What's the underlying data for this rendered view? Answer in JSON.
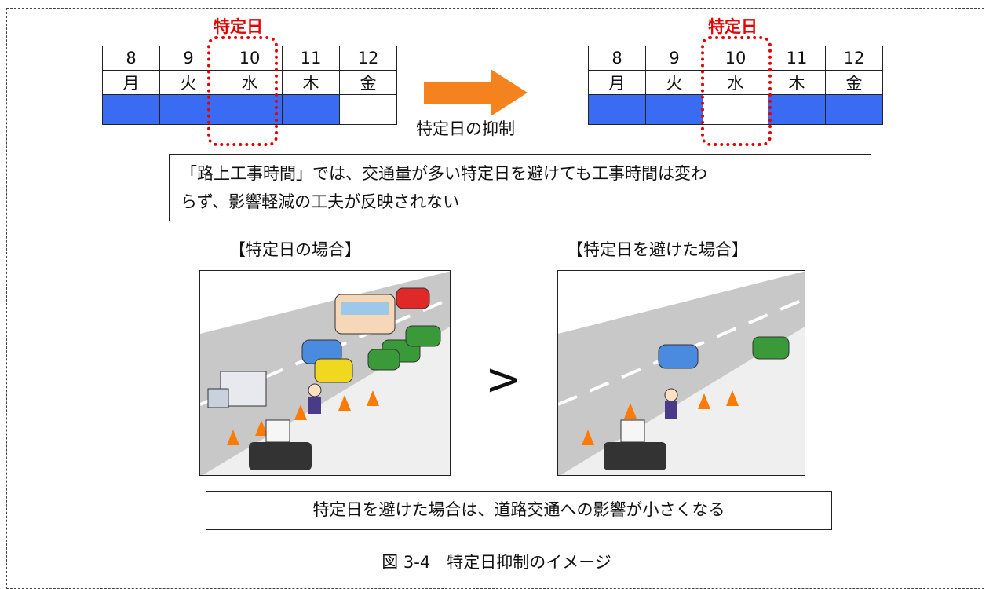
{
  "calendars": {
    "before": {
      "label": "特定日",
      "days": [
        "8",
        "9",
        "10",
        "11",
        "12"
      ],
      "weekdays": [
        "月",
        "火",
        "水",
        "木",
        "金"
      ],
      "blocked": [
        true,
        true,
        true,
        true,
        false
      ]
    },
    "after": {
      "label": "特定日",
      "days": [
        "8",
        "9",
        "10",
        "11",
        "12"
      ],
      "weekdays": [
        "月",
        "火",
        "水",
        "木",
        "金"
      ],
      "blocked": [
        true,
        true,
        false,
        true,
        true
      ]
    }
  },
  "arrow_label": "特定日の抑制",
  "note_top": "「路上工事時間」では、交通量が多い特定日を避けても工事時間は変わらず、影響軽減の工夫が反映されない",
  "note_top_line1": "「路上工事時間」では、交通量が多い特定日を避けても工事時間は変わ",
  "note_top_line2": "らず、影響軽減の工夫が反映されない",
  "scenes": {
    "left_caption": "【特定日の場合】",
    "right_caption": "【特定日を避けた場合】",
    "comparison": ">"
  },
  "note_bottom": "特定日を避けた場合は、道路交通への影響が小さくなる",
  "figure_caption": "図 3-4　特定日抑制のイメージ",
  "colors": {
    "blocked": "#3a6cf3",
    "highlight": "#e50000",
    "arrow": "#f4821f"
  }
}
